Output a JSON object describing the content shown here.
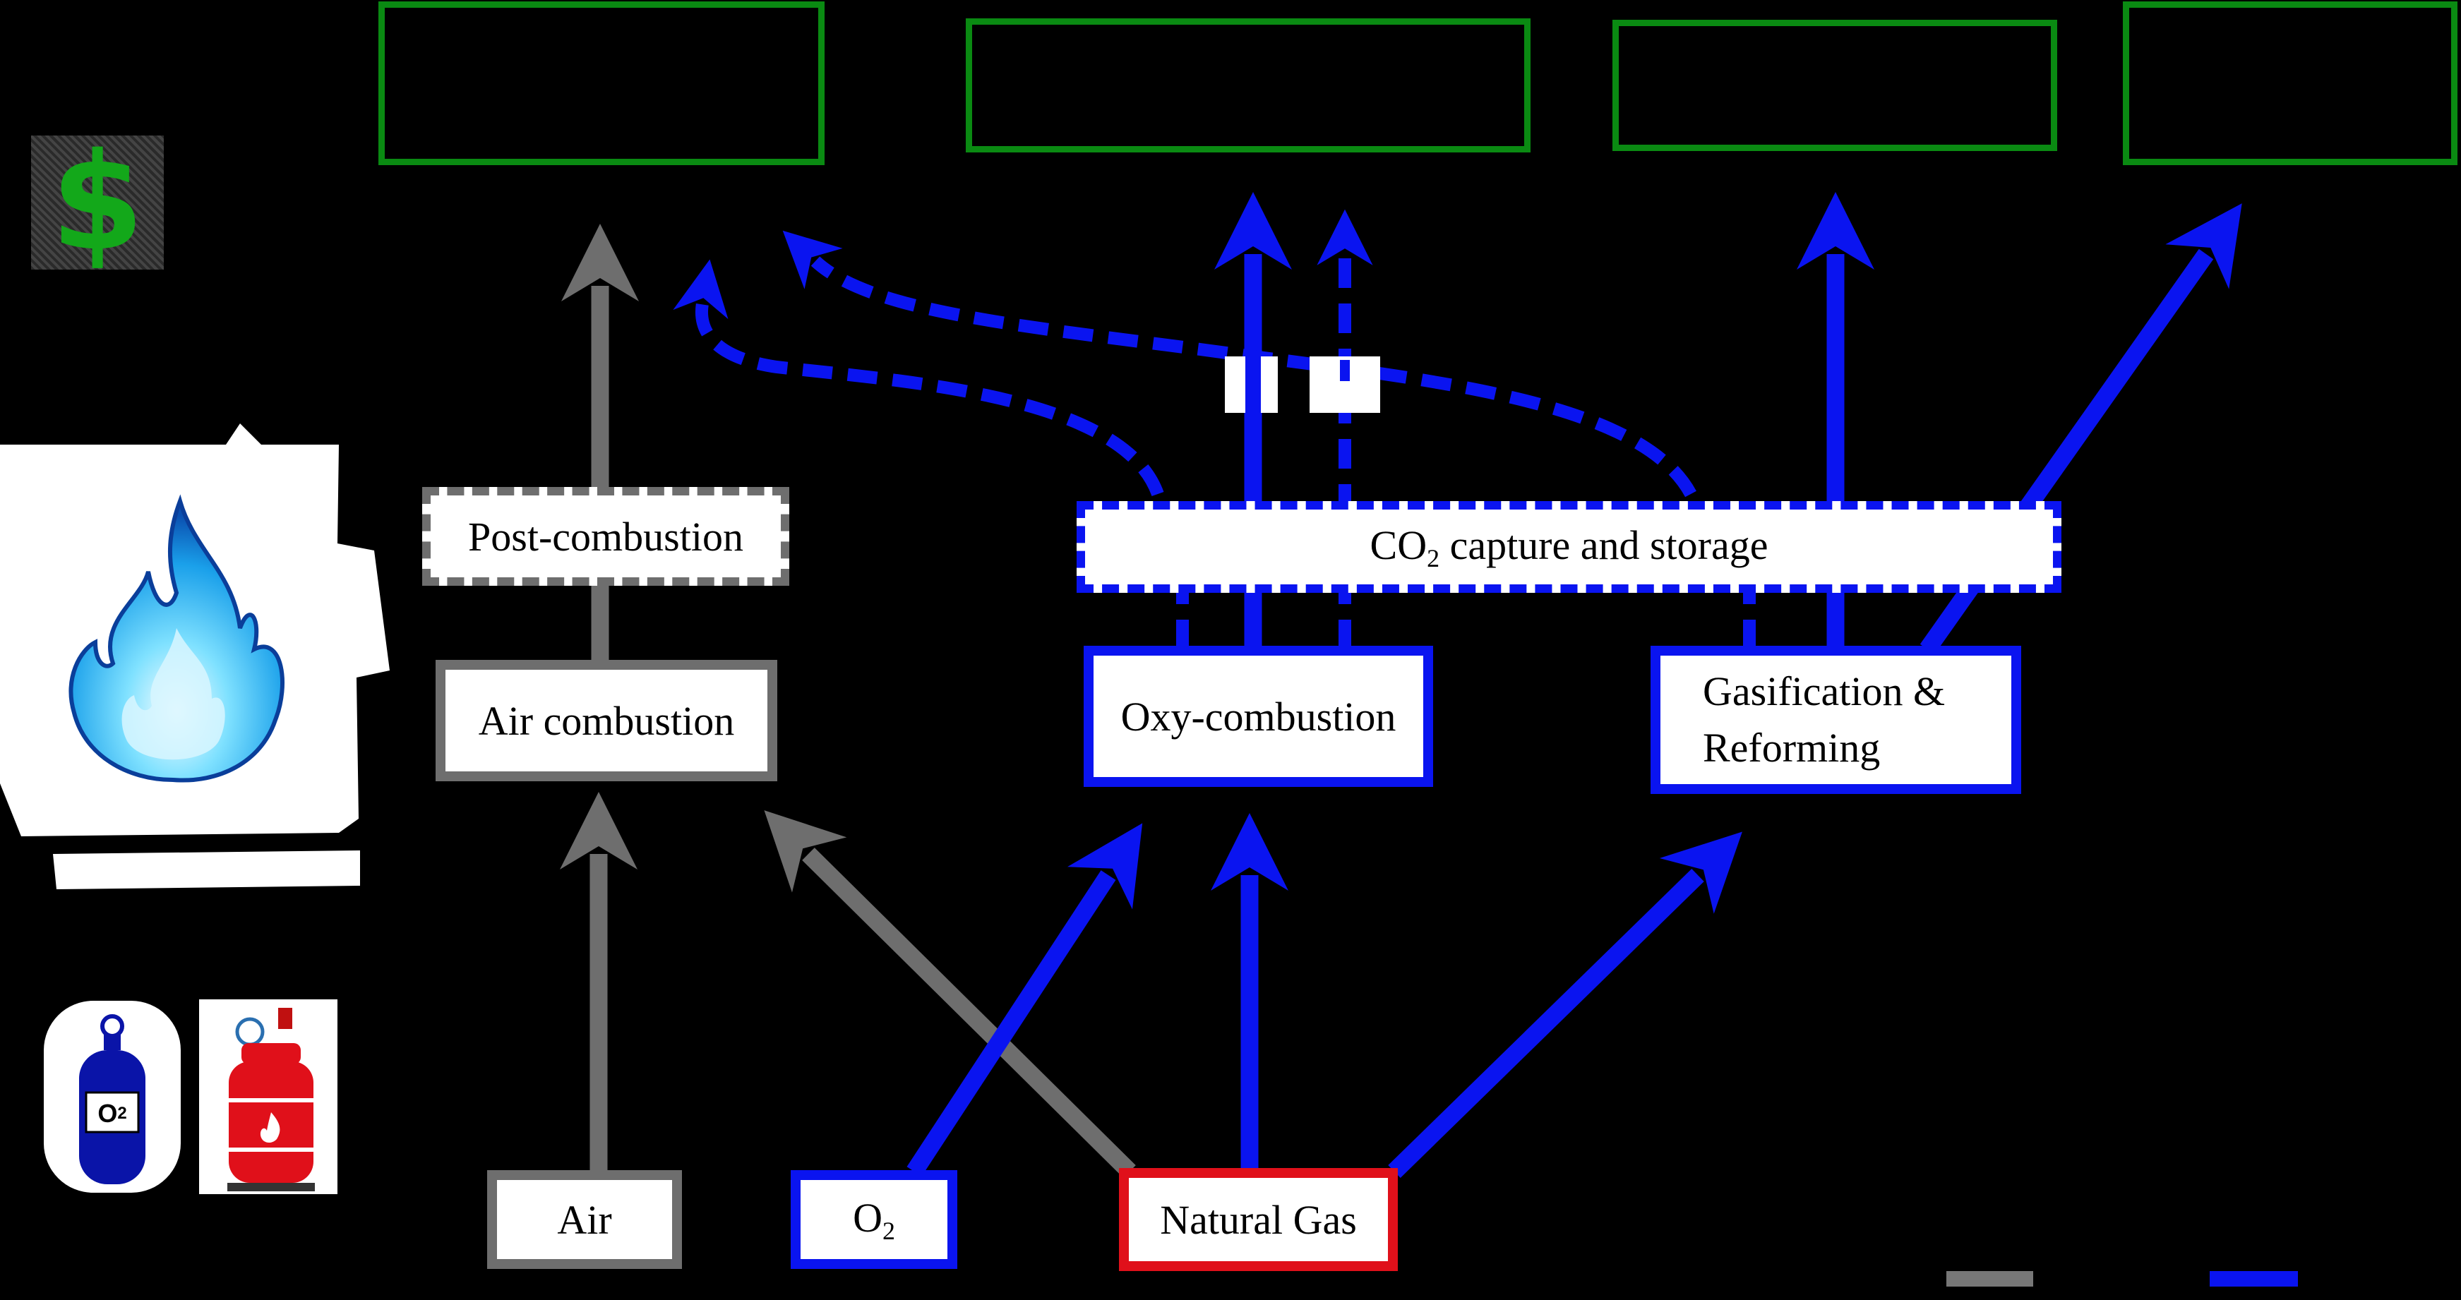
{
  "diagram": {
    "sources": {
      "air": "Air",
      "o2_text": "O",
      "o2_sub": "2",
      "natural_gas": "Natural Gas"
    },
    "processes": {
      "air_combustion": "Air combustion",
      "post_combustion": "Post-combustion",
      "oxy_combustion": "Oxy-combustion",
      "gasification_line1": "Gasification &",
      "gasification_line2": "Reforming",
      "ccs_text_pre": "CO",
      "ccs_sub": "2",
      "ccs_text_post": " capture and storage"
    },
    "icons": {
      "o2_cylinder_label": "O",
      "o2_cylinder_sub": "2",
      "dollar": "$"
    },
    "legend": {
      "air_path_color": "#777777",
      "oxy_path_color": "#0a14f0"
    },
    "colors": {
      "blue": "#0a14f0",
      "gray": "#6e6e6e",
      "green": "#0a8a12",
      "red": "#e0101a"
    }
  }
}
